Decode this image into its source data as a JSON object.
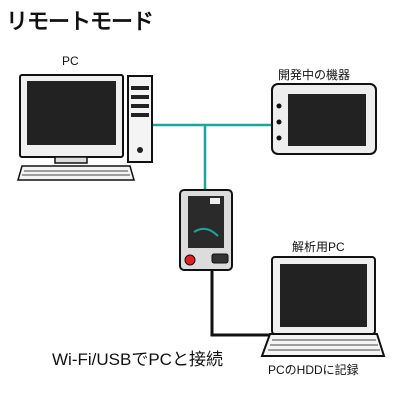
{
  "title": "リモートモード",
  "labels": {
    "pc": "PC",
    "device": "開発中の機器",
    "analysis_pc": "解析用PC",
    "connection": "Wi-Fi/USBでPCと接続",
    "hdd_record": "PCのHDDに記録"
  },
  "colors": {
    "line_teal": "#1aa59a",
    "line_black": "#111111",
    "led_red": "#e32020",
    "screen_dark": "#222222"
  }
}
